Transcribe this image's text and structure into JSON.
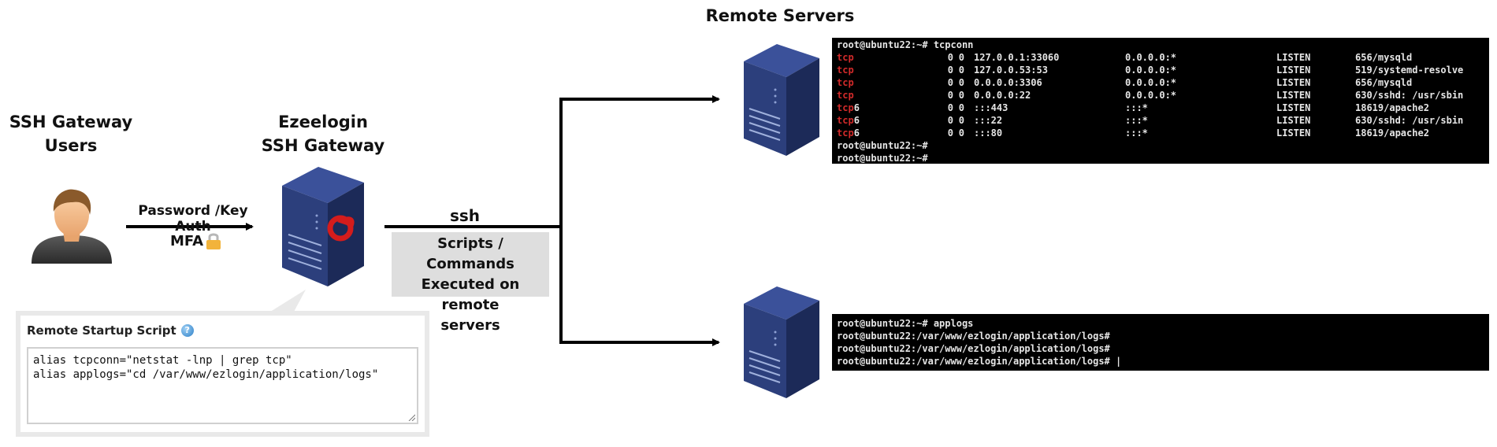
{
  "title": "Remote Servers",
  "users": {
    "label_line1": "SSH Gateway",
    "label_line2": "Users",
    "icon": "user-icon"
  },
  "gateway": {
    "label_line1": "Ezeelogin",
    "label_line2": "SSH Gateway",
    "icon": "server-icon"
  },
  "auth": {
    "label": "Password /Key Auth",
    "mfa": "MFA",
    "mfa_icon": "lock-icon"
  },
  "connection": {
    "label": "ssh",
    "caption_line1": "Scripts / Commands",
    "caption_line2": "Executed on remote",
    "caption_line3": "servers"
  },
  "startup_script": {
    "title": "Remote Startup Script",
    "help_icon": "help-icon",
    "line1": "alias tcpconn=\"netstat -lnp | grep tcp\"",
    "line2": "alias applogs=\"cd /var/www/ezlogin/application/logs\""
  },
  "terminal1": {
    "prompt_cmd": "root@ubuntu22:~# tcpconn",
    "rows": [
      {
        "proto": "tcp",
        "suffix": "",
        "recv": "0",
        "send": "0",
        "local": "127.0.0.1:33060",
        "foreign": "0.0.0.0:*",
        "state": "LISTEN",
        "pid": "656/mysqld"
      },
      {
        "proto": "tcp",
        "suffix": "",
        "recv": "0",
        "send": "0",
        "local": "127.0.0.53:53",
        "foreign": "0.0.0.0:*",
        "state": "LISTEN",
        "pid": "519/systemd-resolve"
      },
      {
        "proto": "tcp",
        "suffix": "",
        "recv": "0",
        "send": "0",
        "local": "0.0.0.0:3306",
        "foreign": "0.0.0.0:*",
        "state": "LISTEN",
        "pid": "656/mysqld"
      },
      {
        "proto": "tcp",
        "suffix": "",
        "recv": "0",
        "send": "0",
        "local": "0.0.0.0:22",
        "foreign": "0.0.0.0:*",
        "state": "LISTEN",
        "pid": "630/sshd: /usr/sbin"
      },
      {
        "proto": "tcp",
        "suffix": "6",
        "recv": "0",
        "send": "0",
        "local": ":::443",
        "foreign": ":::*",
        "state": "LISTEN",
        "pid": "18619/apache2"
      },
      {
        "proto": "tcp",
        "suffix": "6",
        "recv": "0",
        "send": "0",
        "local": ":::22",
        "foreign": ":::*",
        "state": "LISTEN",
        "pid": "630/sshd: /usr/sbin"
      },
      {
        "proto": "tcp",
        "suffix": "6",
        "recv": "0",
        "send": "0",
        "local": ":::80",
        "foreign": ":::*",
        "state": "LISTEN",
        "pid": "18619/apache2"
      }
    ],
    "prompt_end1": "root@ubuntu22:~#",
    "prompt_end2": "root@ubuntu22:~#"
  },
  "terminal2": {
    "lines": [
      "root@ubuntu22:~# applogs",
      "root@ubuntu22:/var/www/ezlogin/application/logs#",
      "root@ubuntu22:/var/www/ezlogin/application/logs#",
      "root@ubuntu22:/var/www/ezlogin/application/logs# |"
    ]
  },
  "colors": {
    "server_blue": "#2c3f7c",
    "server_dark": "#1c2a58",
    "accent_red": "#d41c1c",
    "tcp_red": "#d12a2a",
    "terminal_bg": "#000000"
  }
}
